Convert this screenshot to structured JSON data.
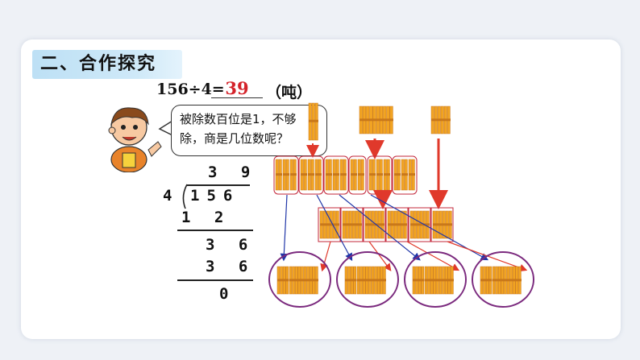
{
  "section": {
    "title": "二、合作探究"
  },
  "equation": {
    "left": "156÷4=",
    "answer": "39",
    "unit": "（吨）"
  },
  "speech": {
    "text": "被除数百位是1，不够除，商是几位数呢？"
  },
  "division": {
    "divisor": "4",
    "dividend": "156",
    "quotient": "3 9",
    "step1": "1 2",
    "step2": "3 6",
    "step3": "3 6",
    "remainder": "0"
  },
  "colors": {
    "answer": "#d4232a",
    "stick": "#f2a422",
    "stick_dark": "#c9781a",
    "group_border": "#c3273a",
    "circle": "#7b2a7e",
    "arrow_red": "#e0392b",
    "arrow_blue": "#2036a8",
    "title_bg": "#bde0f5"
  }
}
